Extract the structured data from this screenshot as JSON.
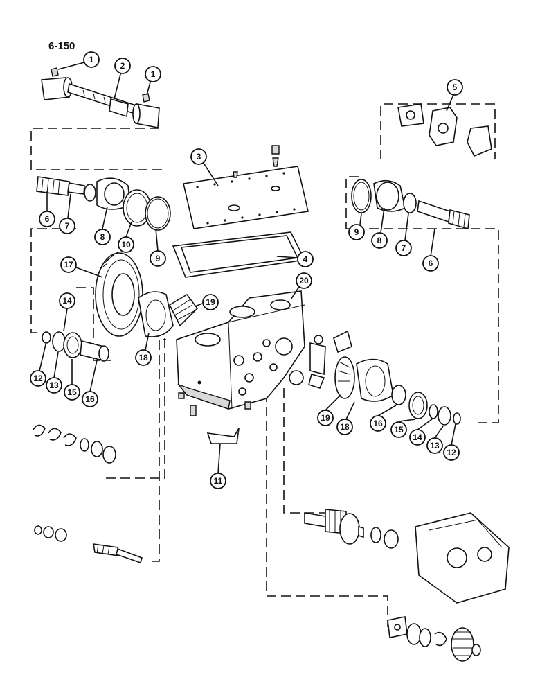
{
  "page_number": "6-150",
  "callouts": [
    "1",
    "2",
    "1",
    "5",
    "3",
    "6",
    "7",
    "8",
    "10",
    "9",
    "9",
    "8",
    "7",
    "6",
    "4",
    "17",
    "19",
    "20",
    "14",
    "18",
    "12",
    "13",
    "15",
    "16",
    "19",
    "18",
    "16",
    "15",
    "14",
    "13",
    "12",
    "11"
  ]
}
